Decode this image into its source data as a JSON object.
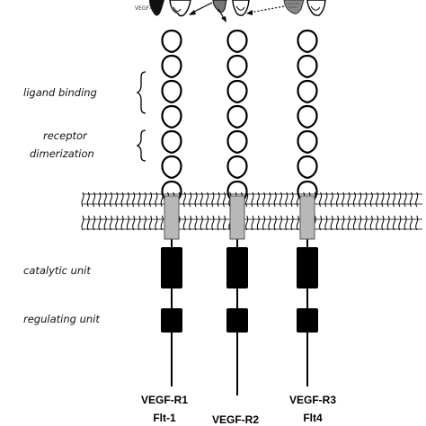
{
  "labels": {
    "ligand_binding": "ligand binding",
    "receptor": "receptor",
    "dimerization": "dimerization",
    "catalytic_unit": "catalytic unit",
    "regulating_unit": "regulating unit",
    "ligand_left": "VEGF-B"
  },
  "receptors": [
    {
      "name": "VEGF-R1",
      "alias": "Flt-1"
    },
    {
      "name": "VEGF-R2",
      "alias": ""
    },
    {
      "name": "VEGF-R3",
      "alias": "Flt4"
    }
  ],
  "colors": {
    "membrane_domain": "#b8b8b8",
    "kinase": "#000000",
    "ligand_dark": "#111111",
    "ligand_gray": "#888888"
  }
}
